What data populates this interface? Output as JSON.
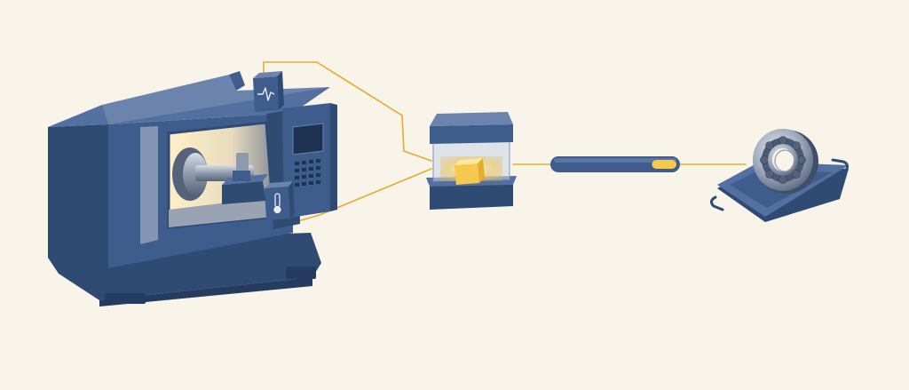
{
  "scene": {
    "background": "#f8f4ea",
    "colors": {
      "machine_dark": "#2f4a73",
      "machine_mid": "#3f5d8c",
      "machine_light": "#5470a0",
      "machine_accent": "#8496b5",
      "connector": "#e4ad2b",
      "glow": "#f5c94e",
      "glass": "#c9d6e8"
    }
  },
  "nodes": [
    {
      "id": "cnc-lathe",
      "icon": "cnc-lathe-icon"
    },
    {
      "id": "vibration-sensor",
      "icon": "waveform-icon"
    },
    {
      "id": "temperature-sensor",
      "icon": "thermometer-icon"
    },
    {
      "id": "edge-processor",
      "icon": "glowing-cube-icon"
    },
    {
      "id": "progress-indicator",
      "icon": "progress-bar-icon",
      "progress": 0.2
    },
    {
      "id": "bearing-component",
      "icon": "ball-bearing-icon"
    }
  ],
  "connections": [
    {
      "from": "vibration-sensor",
      "to": "edge-processor"
    },
    {
      "from": "temperature-sensor",
      "to": "edge-processor"
    },
    {
      "from": "edge-processor",
      "to": "progress-indicator"
    },
    {
      "from": "progress-indicator",
      "to": "bearing-component"
    }
  ]
}
